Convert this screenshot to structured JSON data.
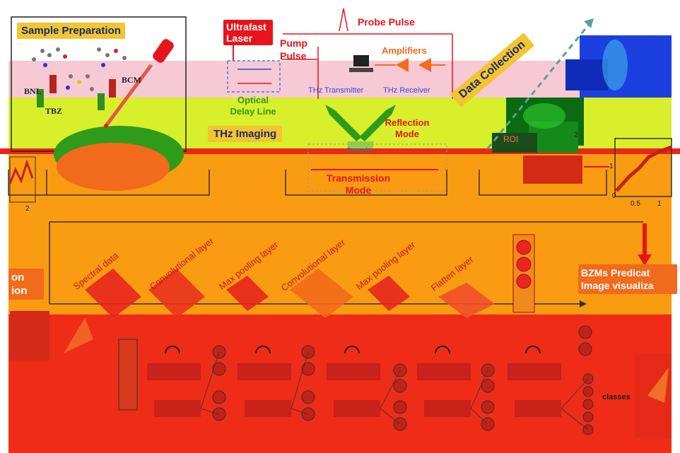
{
  "sections": {
    "sample_prep": "Sample Preparation",
    "laser": "Ultrafast\nLaser",
    "probe": "Probe Pulse",
    "pump": "Pump\nPulse",
    "amplifiers": "Amplifiers",
    "optical_delay": "Optical\nDelay Line",
    "thz_transmitter": "THz Transmitter",
    "thz_receiver": "THz Receiver",
    "thz_imaging": "THz Imaging",
    "reflection": "Reflection\nMode",
    "transmission": "Transmission\nMode",
    "sample": "Sample",
    "data_collection": "Data Collection",
    "roi": "ROI",
    "bzm": "BZMs Predicat\nImage visualiza",
    "left_cut": "on\nion",
    "classes": "classes"
  },
  "molecules": {
    "bnl": "BNL",
    "bcm": "BCM",
    "tbz": "TBZ"
  },
  "axis": {
    "zero": "0",
    "t05": "0.5",
    "t1": "1",
    "t2a": "2",
    "t2b": "2",
    "t1b": "1"
  },
  "cnn_layers": [
    "Spectral data",
    "Convolutional layer",
    "Max pooling layer",
    "Convolutional layer",
    "Max pooling layer",
    "Flatten layer"
  ],
  "colors": {
    "pink": "#f7c9d4",
    "lime": "#d5f02a",
    "orange": "#f99c12",
    "deep_orange": "#f66a1c",
    "red": "#ec2c1a",
    "title_tag": "#f2c531",
    "laser_box": "#e8141b"
  }
}
